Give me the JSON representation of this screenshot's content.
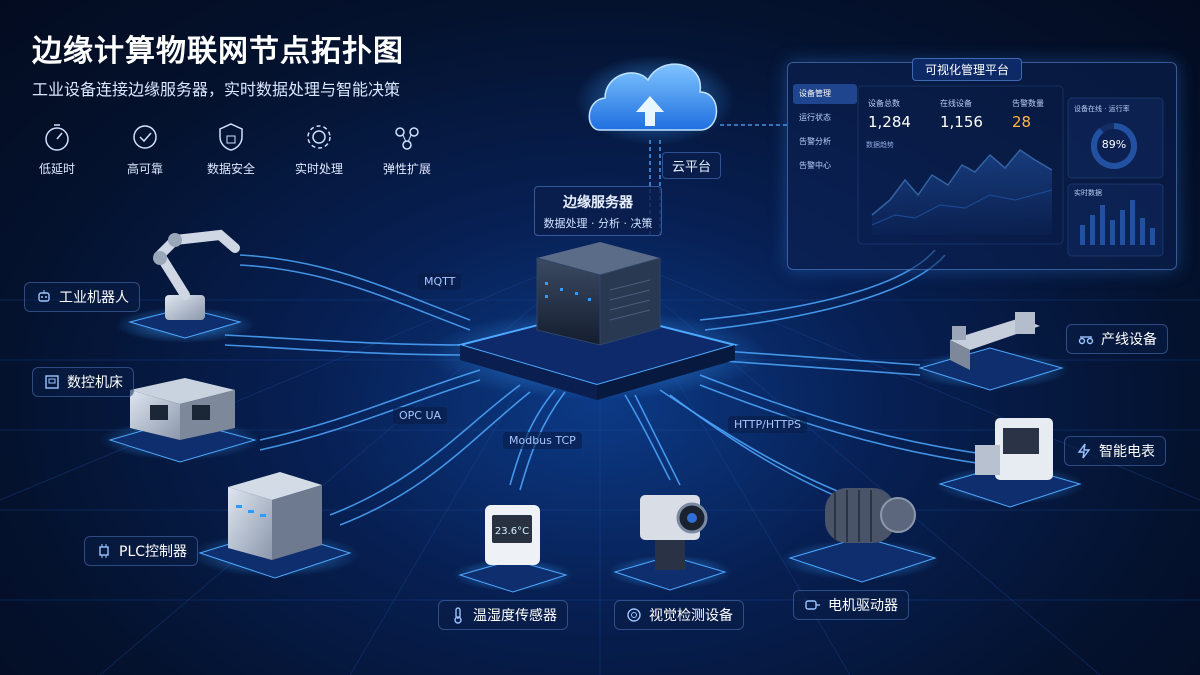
{
  "header": {
    "title": "边缘计算物联网节点拓扑图",
    "subtitle": "工业设备连接边缘服务器，实时数据处理与智能决策"
  },
  "features": [
    {
      "label": "低延时",
      "icon": "stopwatch-icon"
    },
    {
      "label": "高可靠",
      "icon": "shield-check-icon"
    },
    {
      "label": "数据安全",
      "icon": "lock-shield-icon"
    },
    {
      "label": "实时处理",
      "icon": "gear-icon"
    },
    {
      "label": "弹性扩展",
      "icon": "network-nodes-icon"
    }
  ],
  "cloud": {
    "label": "云平台",
    "icon": "cloud-upload-icon"
  },
  "edge_server": {
    "title": "边缘服务器",
    "subtitle": "数据处理 · 分析 · 决策"
  },
  "protocols": {
    "mqtt": "MQTT",
    "opcua": "OPC UA",
    "modbus": "Modbus TCP",
    "http": "HTTP/HTTPS"
  },
  "devices": {
    "robot": {
      "label": "工业机器人",
      "icon": "robot-icon"
    },
    "cnc": {
      "label": "数控机床",
      "icon": "cnc-machine-icon"
    },
    "plc": {
      "label": "PLC控制器",
      "icon": "chip-icon"
    },
    "sensor": {
      "label": "温湿度传感器",
      "icon": "thermometer-icon"
    },
    "sensor_display": "23.6°C",
    "vision": {
      "label": "视觉检测设备",
      "icon": "camera-icon"
    },
    "motor": {
      "label": "电机驱动器",
      "icon": "motor-icon"
    },
    "meter": {
      "label": "智能电表",
      "icon": "lightning-icon"
    },
    "line": {
      "label": "产线设备",
      "icon": "conveyor-icon"
    }
  },
  "dashboard": {
    "title": "可视化管理平台",
    "nav": [
      "设备管理",
      "运行状态",
      "告警分析",
      "告警中心"
    ],
    "stats": [
      {
        "label": "设备总数",
        "value": "1,284"
      },
      {
        "label": "在线设备",
        "value": "1,156"
      },
      {
        "label": "告警数量",
        "value": "28"
      }
    ],
    "chart_label": "数据趋势",
    "donut_label": "设备在线 · 运行率",
    "donut_value": "89%",
    "bars_label": "实时数据",
    "colors": {
      "accent": "#3d8bff",
      "warning": "#ffb547",
      "panel": "#0c2355"
    }
  }
}
